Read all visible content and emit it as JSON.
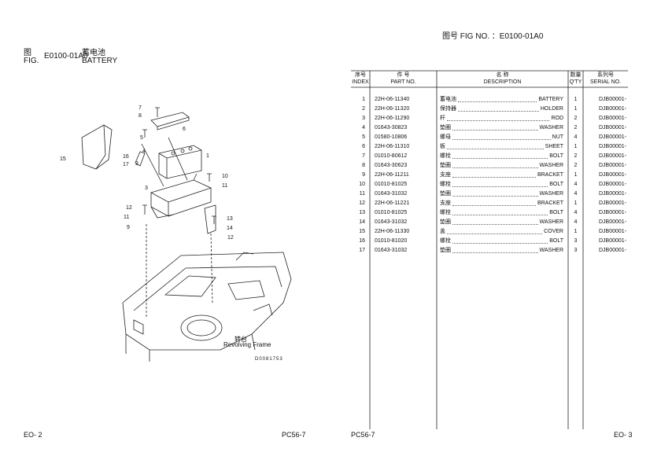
{
  "left_page": {
    "fig_zh": "图",
    "fig_en": "FIG.",
    "fig_no": "E0100-01A0",
    "title_zh": "蓄电池",
    "title_en": "BATTERY",
    "revolving_zh": "转台",
    "revolving_en": "Revolving Frame",
    "drawing_code": "D0081753",
    "page_no": "EO- 2",
    "model": "PC56-7",
    "callouts": [
      "7",
      "8",
      "6",
      "5",
      "4",
      "2",
      "16",
      "17",
      "15",
      "1",
      "10",
      "11",
      "3",
      "12",
      "11",
      "9",
      "13",
      "14",
      "12"
    ]
  },
  "right_page": {
    "fig_header": "图号 FIG NO. ：E0100-01A0",
    "headers": {
      "index_zh": "序号",
      "index_en": "INDEX",
      "part_zh": "件 号",
      "part_en": "PART NO.",
      "desc_zh": "名 称",
      "desc_en": "DESCRIPTION",
      "qty_zh": "数量",
      "qty_en": "Q'TY",
      "serial_zh": "系列号",
      "serial_en": "SERIAL NO."
    },
    "rows": [
      {
        "index": "1",
        "part": "22H-06-11340",
        "zh": "蓄电池",
        "en": "BATTERY",
        "qty": "1",
        "serial": "DJB00001-"
      },
      {
        "index": "2",
        "part": "22H-06-11320",
        "zh": "保持器",
        "en": "HOLDER",
        "qty": "1",
        "serial": "DJB00001-"
      },
      {
        "index": "3",
        "part": "22H-06-11290",
        "zh": "杆",
        "en": "ROD",
        "qty": "2",
        "serial": "DJB00001-"
      },
      {
        "index": "4",
        "part": "01643-30823",
        "zh": "垫圈",
        "en": "WASHER",
        "qty": "2",
        "serial": "DJB00001-"
      },
      {
        "index": "5",
        "part": "01580-10806",
        "zh": "螺母",
        "en": "NUT",
        "qty": "4",
        "serial": "DJB00001-"
      },
      {
        "index": "6",
        "part": "22H-06-11310",
        "zh": "板",
        "en": "SHEET",
        "qty": "1",
        "serial": "DJB00001-"
      },
      {
        "index": "7",
        "part": "01010-80612",
        "zh": "螺栓",
        "en": "BOLT",
        "qty": "2",
        "serial": "DJB00001-"
      },
      {
        "index": "8",
        "part": "01643-30623",
        "zh": "垫圈",
        "en": "WASHER",
        "qty": "2",
        "serial": "DJB00001-"
      },
      {
        "index": "9",
        "part": "22H-06-11211",
        "zh": "支座",
        "en": "BRACKET",
        "qty": "1",
        "serial": "DJB00001-"
      },
      {
        "index": "10",
        "part": "01010-81025",
        "zh": "螺栓",
        "en": "BOLT",
        "qty": "4",
        "serial": "DJB00001-"
      },
      {
        "index": "11",
        "part": "01643-31032",
        "zh": "垫圈",
        "en": "WASHER",
        "qty": "4",
        "serial": "DJB00001-"
      },
      {
        "index": "12",
        "part": "22H-06-11221",
        "zh": "支座",
        "en": "BRACKET",
        "qty": "1",
        "serial": "DJB00001-"
      },
      {
        "index": "13",
        "part": "01010-81025",
        "zh": "螺栓",
        "en": "BOLT",
        "qty": "4",
        "serial": "DJB00001-"
      },
      {
        "index": "14",
        "part": "01643-31032",
        "zh": "垫圈",
        "en": "WASHER",
        "qty": "4",
        "serial": "DJB00001-"
      },
      {
        "index": "15",
        "part": "22H-06-11330",
        "zh": "盖",
        "en": "COVER",
        "qty": "1",
        "serial": "DJB00001-"
      },
      {
        "index": "16",
        "part": "01010-81020",
        "zh": "螺栓",
        "en": "BOLT",
        "qty": "3",
        "serial": "DJB00001-"
      },
      {
        "index": "17",
        "part": "01643-31032",
        "zh": "垫圈",
        "en": "WASHER",
        "qty": "3",
        "serial": "DJB00001-"
      }
    ],
    "page_no": "EO- 3",
    "model": "PC56-7"
  }
}
